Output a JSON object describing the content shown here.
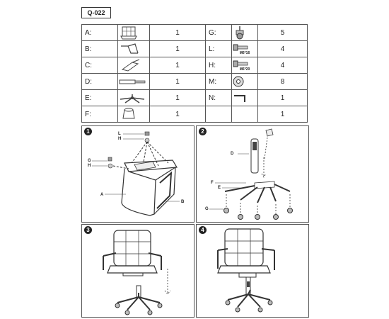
{
  "model_code": "Q-022",
  "parts": [
    {
      "label": "A:",
      "icon": "seat-back-icon",
      "qty": "1"
    },
    {
      "label": "B:",
      "icon": "armrest-frame-icon",
      "qty": "1"
    },
    {
      "label": "C:",
      "icon": "mechanism-icon",
      "qty": "1"
    },
    {
      "label": "D:",
      "icon": "gas-lift-icon",
      "qty": "1"
    },
    {
      "label": "E:",
      "icon": "base-icon",
      "qty": "1"
    },
    {
      "label": "F:",
      "icon": "cover-icon",
      "qty": "1"
    }
  ],
  "hardware": [
    {
      "label": "G:",
      "icon": "caster-icon",
      "code": "",
      "qty": "5"
    },
    {
      "label": "L:",
      "icon": "bolt-icon",
      "code": "M6*16",
      "qty": "4"
    },
    {
      "label": "H:",
      "icon": "bolt-icon",
      "code": "M6*20",
      "qty": "4"
    },
    {
      "label": "M:",
      "icon": "washer-icon",
      "code": "",
      "qty": "8"
    },
    {
      "label": "N:",
      "icon": "allen-key-icon",
      "code": "",
      "qty": "1"
    },
    {
      "label": "",
      "icon": "",
      "code": "",
      "qty": "1"
    }
  ],
  "steps": [
    {
      "number": "1",
      "tags": [
        "L",
        "H",
        "G",
        "H",
        "A",
        "B"
      ]
    },
    {
      "number": "2",
      "tags": [
        "D",
        "F",
        "E",
        "G"
      ]
    },
    {
      "number": "3"
    },
    {
      "number": "4"
    }
  ]
}
